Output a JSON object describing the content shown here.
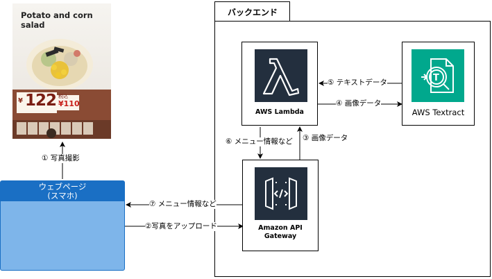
{
  "photo": {
    "title": "Potato and corn salad",
    "price_main": "122",
    "price_currency": "¥",
    "price_sub": "¥110",
    "price_sub_label": "税込"
  },
  "backend": {
    "title": "バックエンド"
  },
  "nodes": {
    "lambda": {
      "label": "AWS Lambda",
      "icon": "lambda-icon",
      "color": "#232f3e"
    },
    "textract": {
      "label": "AWS Textract",
      "icon": "textract-icon",
      "color": "#01a88d"
    },
    "apigw": {
      "label_line1": "Amazon API",
      "label_line2": "Gateway",
      "icon": "api-gateway-icon",
      "color": "#232f3e"
    },
    "webpage": {
      "label_line1": "ウェブページ",
      "label_line2": "(スマホ)"
    }
  },
  "edges": {
    "photo": "① 写真撮影",
    "upload": "②写真をアップロード",
    "image_to_lambda": "③ 画像データ",
    "image_to_textract": "④ 画像データ",
    "text_from_textract": "⑤ テキストデータ",
    "menu_to_apigw": "⑥ メニュー情報など",
    "menu_to_web": "⑦ メニュー情報など"
  }
}
